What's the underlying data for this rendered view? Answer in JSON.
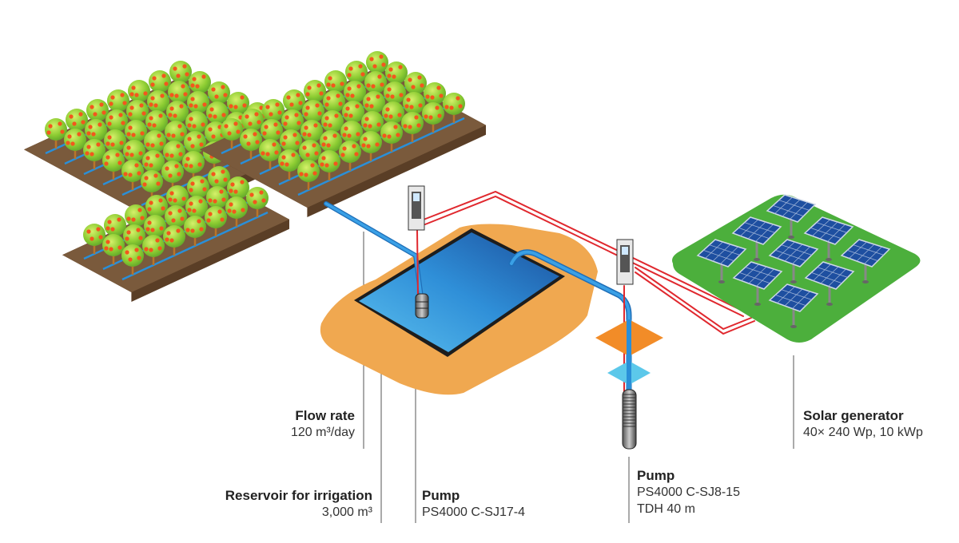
{
  "labels": {
    "flow_rate": {
      "title": "Flow rate",
      "value": "120 m³/day"
    },
    "reservoir": {
      "title": "Reservoir for irrigation",
      "value": "3,000 m³"
    },
    "pump1": {
      "title": "Pump",
      "model": "PS4000 C-SJ17-4"
    },
    "pump2": {
      "title": "Pump",
      "model": "PS4000 C-SJ8-15",
      "head": "TDH 40 m"
    },
    "solar": {
      "title": "Solar generator",
      "value": "40× 240 Wp, 10 kWp"
    }
  },
  "colors": {
    "soil": "#7a5a3c",
    "tree": "#8ccc32",
    "fruit": "#f2571d",
    "water_pipe": "#2a8fd8",
    "power_cable": "#e0282e",
    "sand": "#f0a850",
    "pool": "#3a9be0",
    "field": "#4caf3c",
    "panel": "#1e4fa0"
  }
}
